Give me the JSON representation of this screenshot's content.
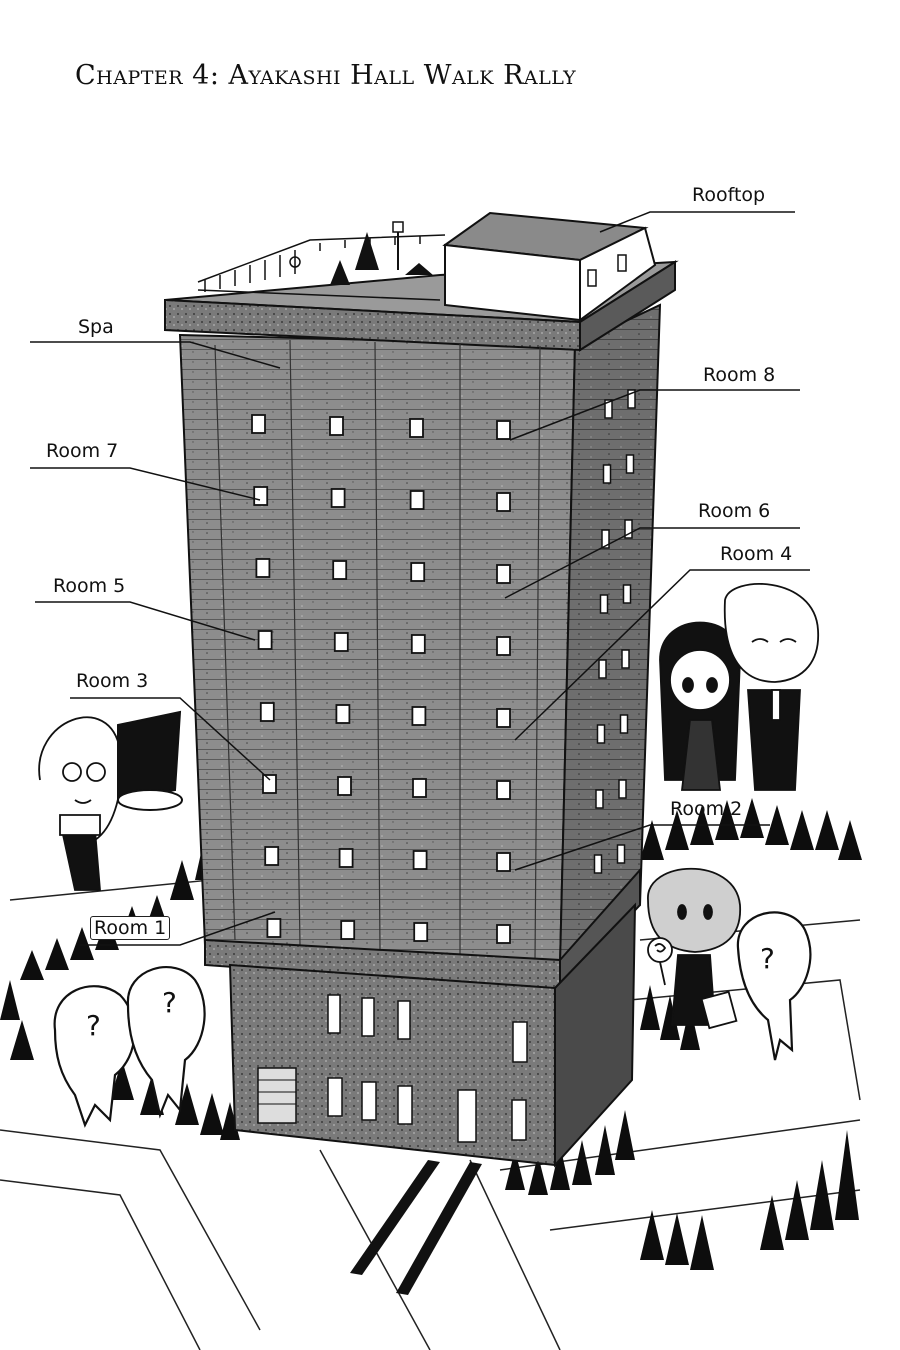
{
  "page": {
    "title": "Chapter 4: Ayakashi Hall Walk Rally"
  },
  "labels": {
    "rooftop": "Rooftop",
    "spa": "Spa",
    "room8": "Room 8",
    "room7": "Room 7",
    "room6": "Room 6",
    "room5": "Room 5",
    "room4": "Room 4",
    "room3": "Room 3",
    "room2": "Room 2",
    "room1": "Room 1"
  },
  "figures": {
    "question_mark": "?"
  },
  "colors": {
    "ink": "#111111",
    "building_face": "#8a8a8a",
    "building_side": "#6a6a6a",
    "window": "#ffffff",
    "tree": "#0d0d0d",
    "paper": "#ffffff"
  }
}
